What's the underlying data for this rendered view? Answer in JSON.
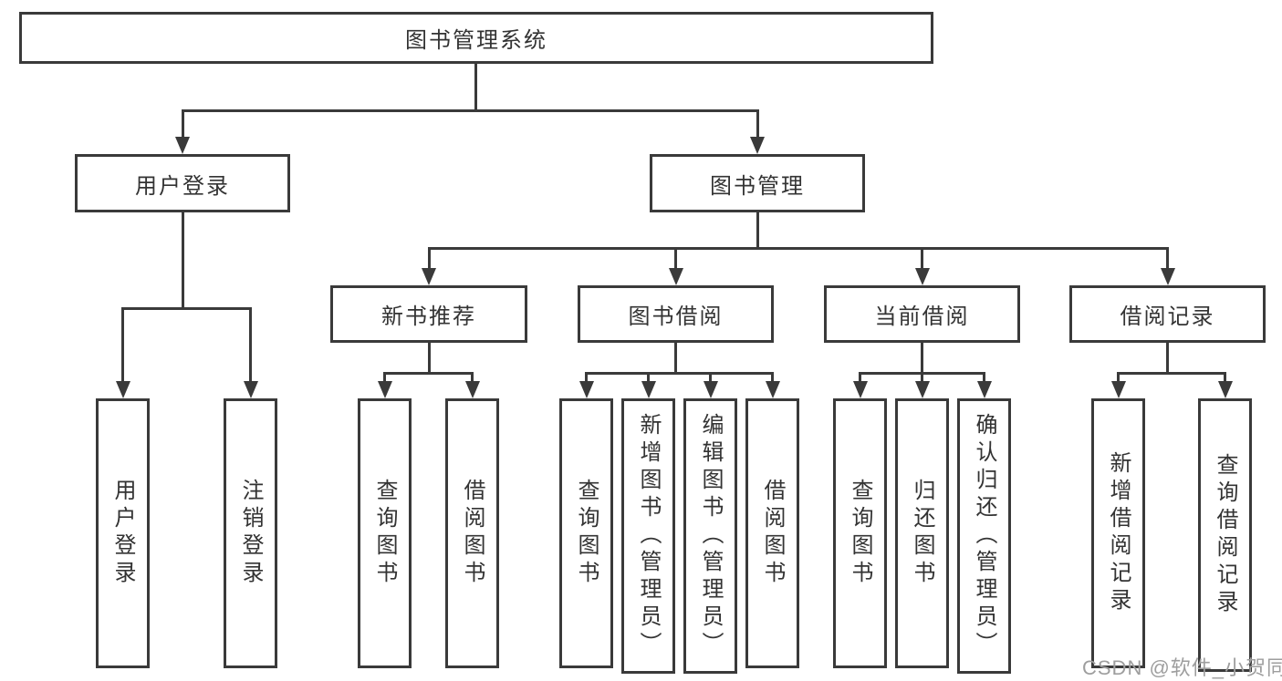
{
  "tree": {
    "root": {
      "label": "图书管理系统"
    },
    "branches": [
      {
        "label": "用户登录",
        "children": [
          {
            "label": "用户登录"
          },
          {
            "label": "注销登录"
          }
        ]
      },
      {
        "label": "图书管理",
        "sections": [
          {
            "label": "新书推荐",
            "children": [
              {
                "label": "查询图书"
              },
              {
                "label": "借阅图书"
              }
            ]
          },
          {
            "label": "图书借阅",
            "children": [
              {
                "label": "查询图书"
              },
              {
                "label": "新增图书（管理员）"
              },
              {
                "label": "编辑图书（管理员）"
              },
              {
                "label": "借阅图书"
              }
            ]
          },
          {
            "label": "当前借阅",
            "children": [
              {
                "label": "查询图书"
              },
              {
                "label": "归还图书"
              },
              {
                "label": "确认归还（管理员）"
              }
            ]
          },
          {
            "label": "借阅记录",
            "children": [
              {
                "label": "新增借阅记录"
              },
              {
                "label": "查询借阅记录"
              }
            ]
          }
        ]
      }
    ]
  },
  "watermark": {
    "text": "CSDN @软件_小贺同学"
  },
  "colors": {
    "line": "#3a3a3a",
    "text": "#333333",
    "wm": "#9e9e9e",
    "bg": "#ffffff"
  }
}
